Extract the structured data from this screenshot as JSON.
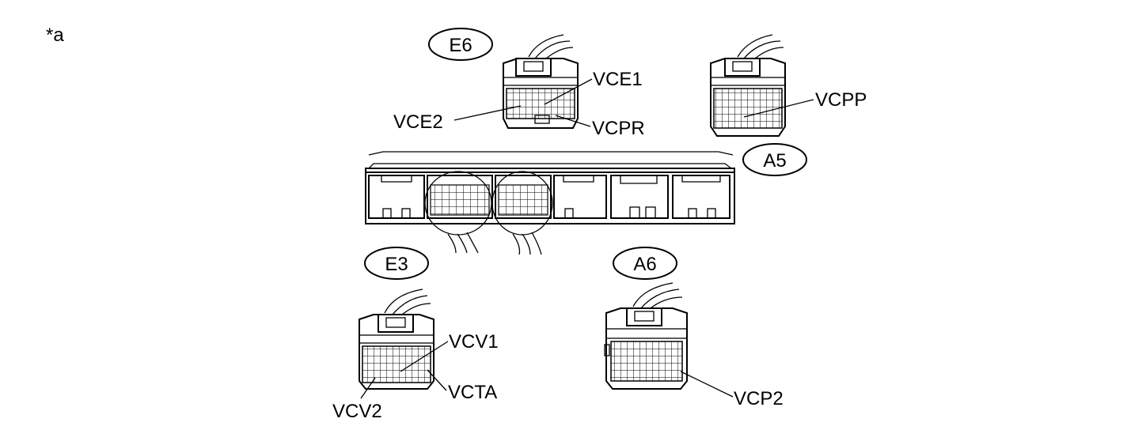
{
  "figure_marker": "*a",
  "connectors": {
    "e6": "E6",
    "a5": "A5",
    "e3": "E3",
    "a6": "A6"
  },
  "pins": {
    "vce1": "VCE1",
    "vce2": "VCE2",
    "vcpr": "VCPR",
    "vcpp": "VCPP",
    "vcv1": "VCV1",
    "vcv2": "VCV2",
    "vcta": "VCTA",
    "vcp2": "VCP2"
  }
}
